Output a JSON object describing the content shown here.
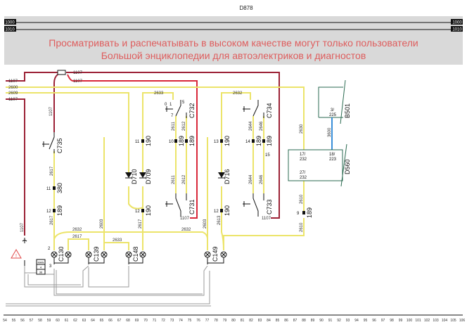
{
  "title": "D878",
  "bus": {
    "left": [
      "1000",
      "1010"
    ],
    "right": [
      "1000",
      "1010"
    ]
  },
  "wires": {
    "w1107": "1107",
    "w2600": "2600",
    "w2609": "2609",
    "w2633": "2633",
    "w2632": "2632",
    "w2617": "2617",
    "w2603": "2603",
    "w2630": "2630",
    "w2610": "2610",
    "w3600": "3600",
    "w2611": "2611",
    "w2612": "2612",
    "w2644": "2644",
    "w2646": "2646",
    "w2613": "2613"
  },
  "components": {
    "C735": "C735",
    "C732": "C732",
    "C731": "C731",
    "C734": "C734",
    "C733": "C733",
    "D710": "D710",
    "D709": "D709",
    "D716": "D716",
    "B501": "B501",
    "D560": "D560",
    "C130": "C130",
    "C139": "C139",
    "C148": "C148",
    "C149": "C149",
    "K380": "380",
    "K189": "189",
    "K190": "190"
  },
  "pins": {
    "p17": "17/",
    "p232a": "232",
    "p27": "27/",
    "p232b": "232",
    "p18": "18/",
    "p223": "223",
    "p3": "3/",
    "p225": "225",
    "p5": "5",
    "p7": "7",
    "p1": "1",
    "p0": "0",
    "p2": "2",
    "p3n": "3",
    "p11": "11",
    "p12": "12",
    "p10": "10",
    "p9": "9",
    "p13": "13",
    "p14": "14",
    "p15": "15"
  },
  "ground_box": {
    "top": "MAN",
    "mid": "4",
    "bot": "36"
  },
  "watermark": [
    "Просматривать и распечатывать в высоком качестве могут только пользователи",
    "Большой энциклопедии для автоэлектриков и диагностов"
  ],
  "ruler": [
    "54",
    "55",
    "56",
    "57",
    "58",
    "59",
    "60",
    "61",
    "62",
    "63",
    "64",
    "65",
    "66",
    "67",
    "68",
    "69",
    "70",
    "71",
    "72",
    "73",
    "74",
    "75",
    "76",
    "77",
    "78",
    "79",
    "80",
    "81",
    "82",
    "83",
    "84",
    "85",
    "86",
    "87",
    "88",
    "89",
    "90",
    "91",
    "92",
    "93",
    "94",
    "95",
    "96",
    "97",
    "98",
    "99",
    "100",
    "101",
    "102",
    "103",
    "104",
    "105",
    "106"
  ]
}
